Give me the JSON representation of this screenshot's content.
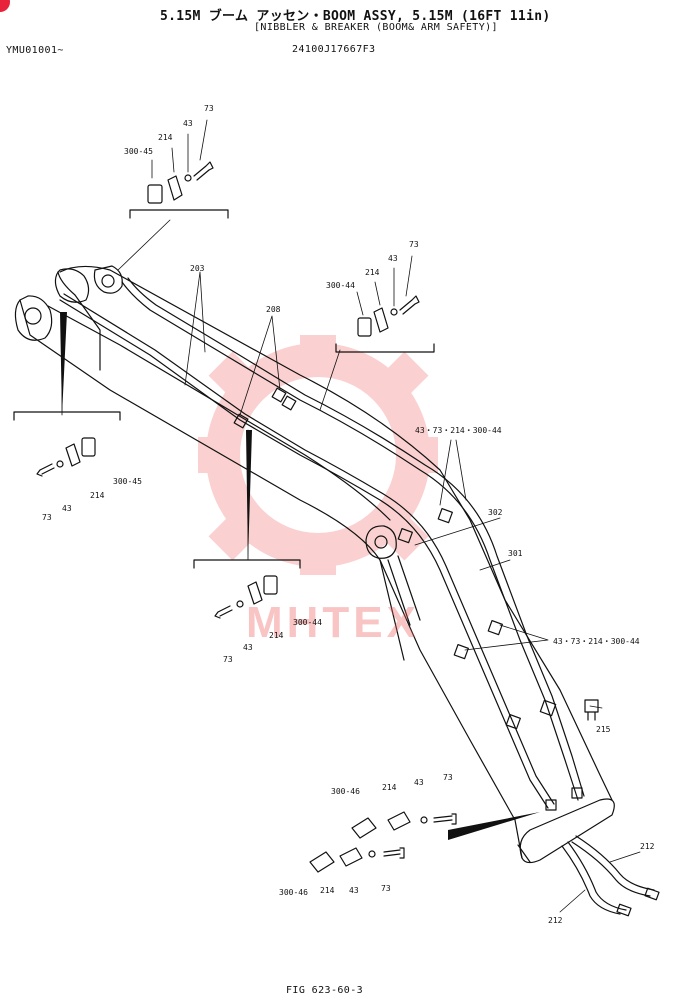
{
  "header": {
    "title": "5.15M ブーム アッセン・BOOM ASSY, 5.15M (16FT 11in)",
    "subtitle": "[NIBBLER & BREAKER (BOOM& ARM SAFETY)]",
    "serial_range": "YMU01001~",
    "part_number": "24100J17667F3"
  },
  "footer": {
    "figure_ref": "FIG 623-60-3"
  },
  "watermark": {
    "text": "MHTEX",
    "color": "#f05a5a"
  },
  "colors": {
    "line": "#111111",
    "badge": "#e8223a",
    "watermark": "#f05a5a"
  },
  "callouts": {
    "top_left": [
      "300-45",
      "214",
      "43",
      "73"
    ],
    "top_right": [
      "300-44",
      "214",
      "43",
      "73"
    ],
    "left_mid": [
      "73",
      "43",
      "214",
      "300-45"
    ],
    "lower_left": [
      "73",
      "43",
      "214",
      "300-44"
    ],
    "bottom_row1": [
      "300-46",
      "214",
      "43",
      "73"
    ],
    "bottom_row2": [
      "300-46",
      "214",
      "43",
      "73"
    ]
  },
  "part_labels": {
    "pipe_203": "203",
    "pipe_208": "208",
    "pipe_301": "301",
    "pipe_302": "302",
    "clamp_group": "43・73・214・300-44",
    "clamp_group_2": "43・73・214・300-44",
    "bolt_215": "215",
    "hose_212a": "212",
    "hose_212b": "212"
  }
}
